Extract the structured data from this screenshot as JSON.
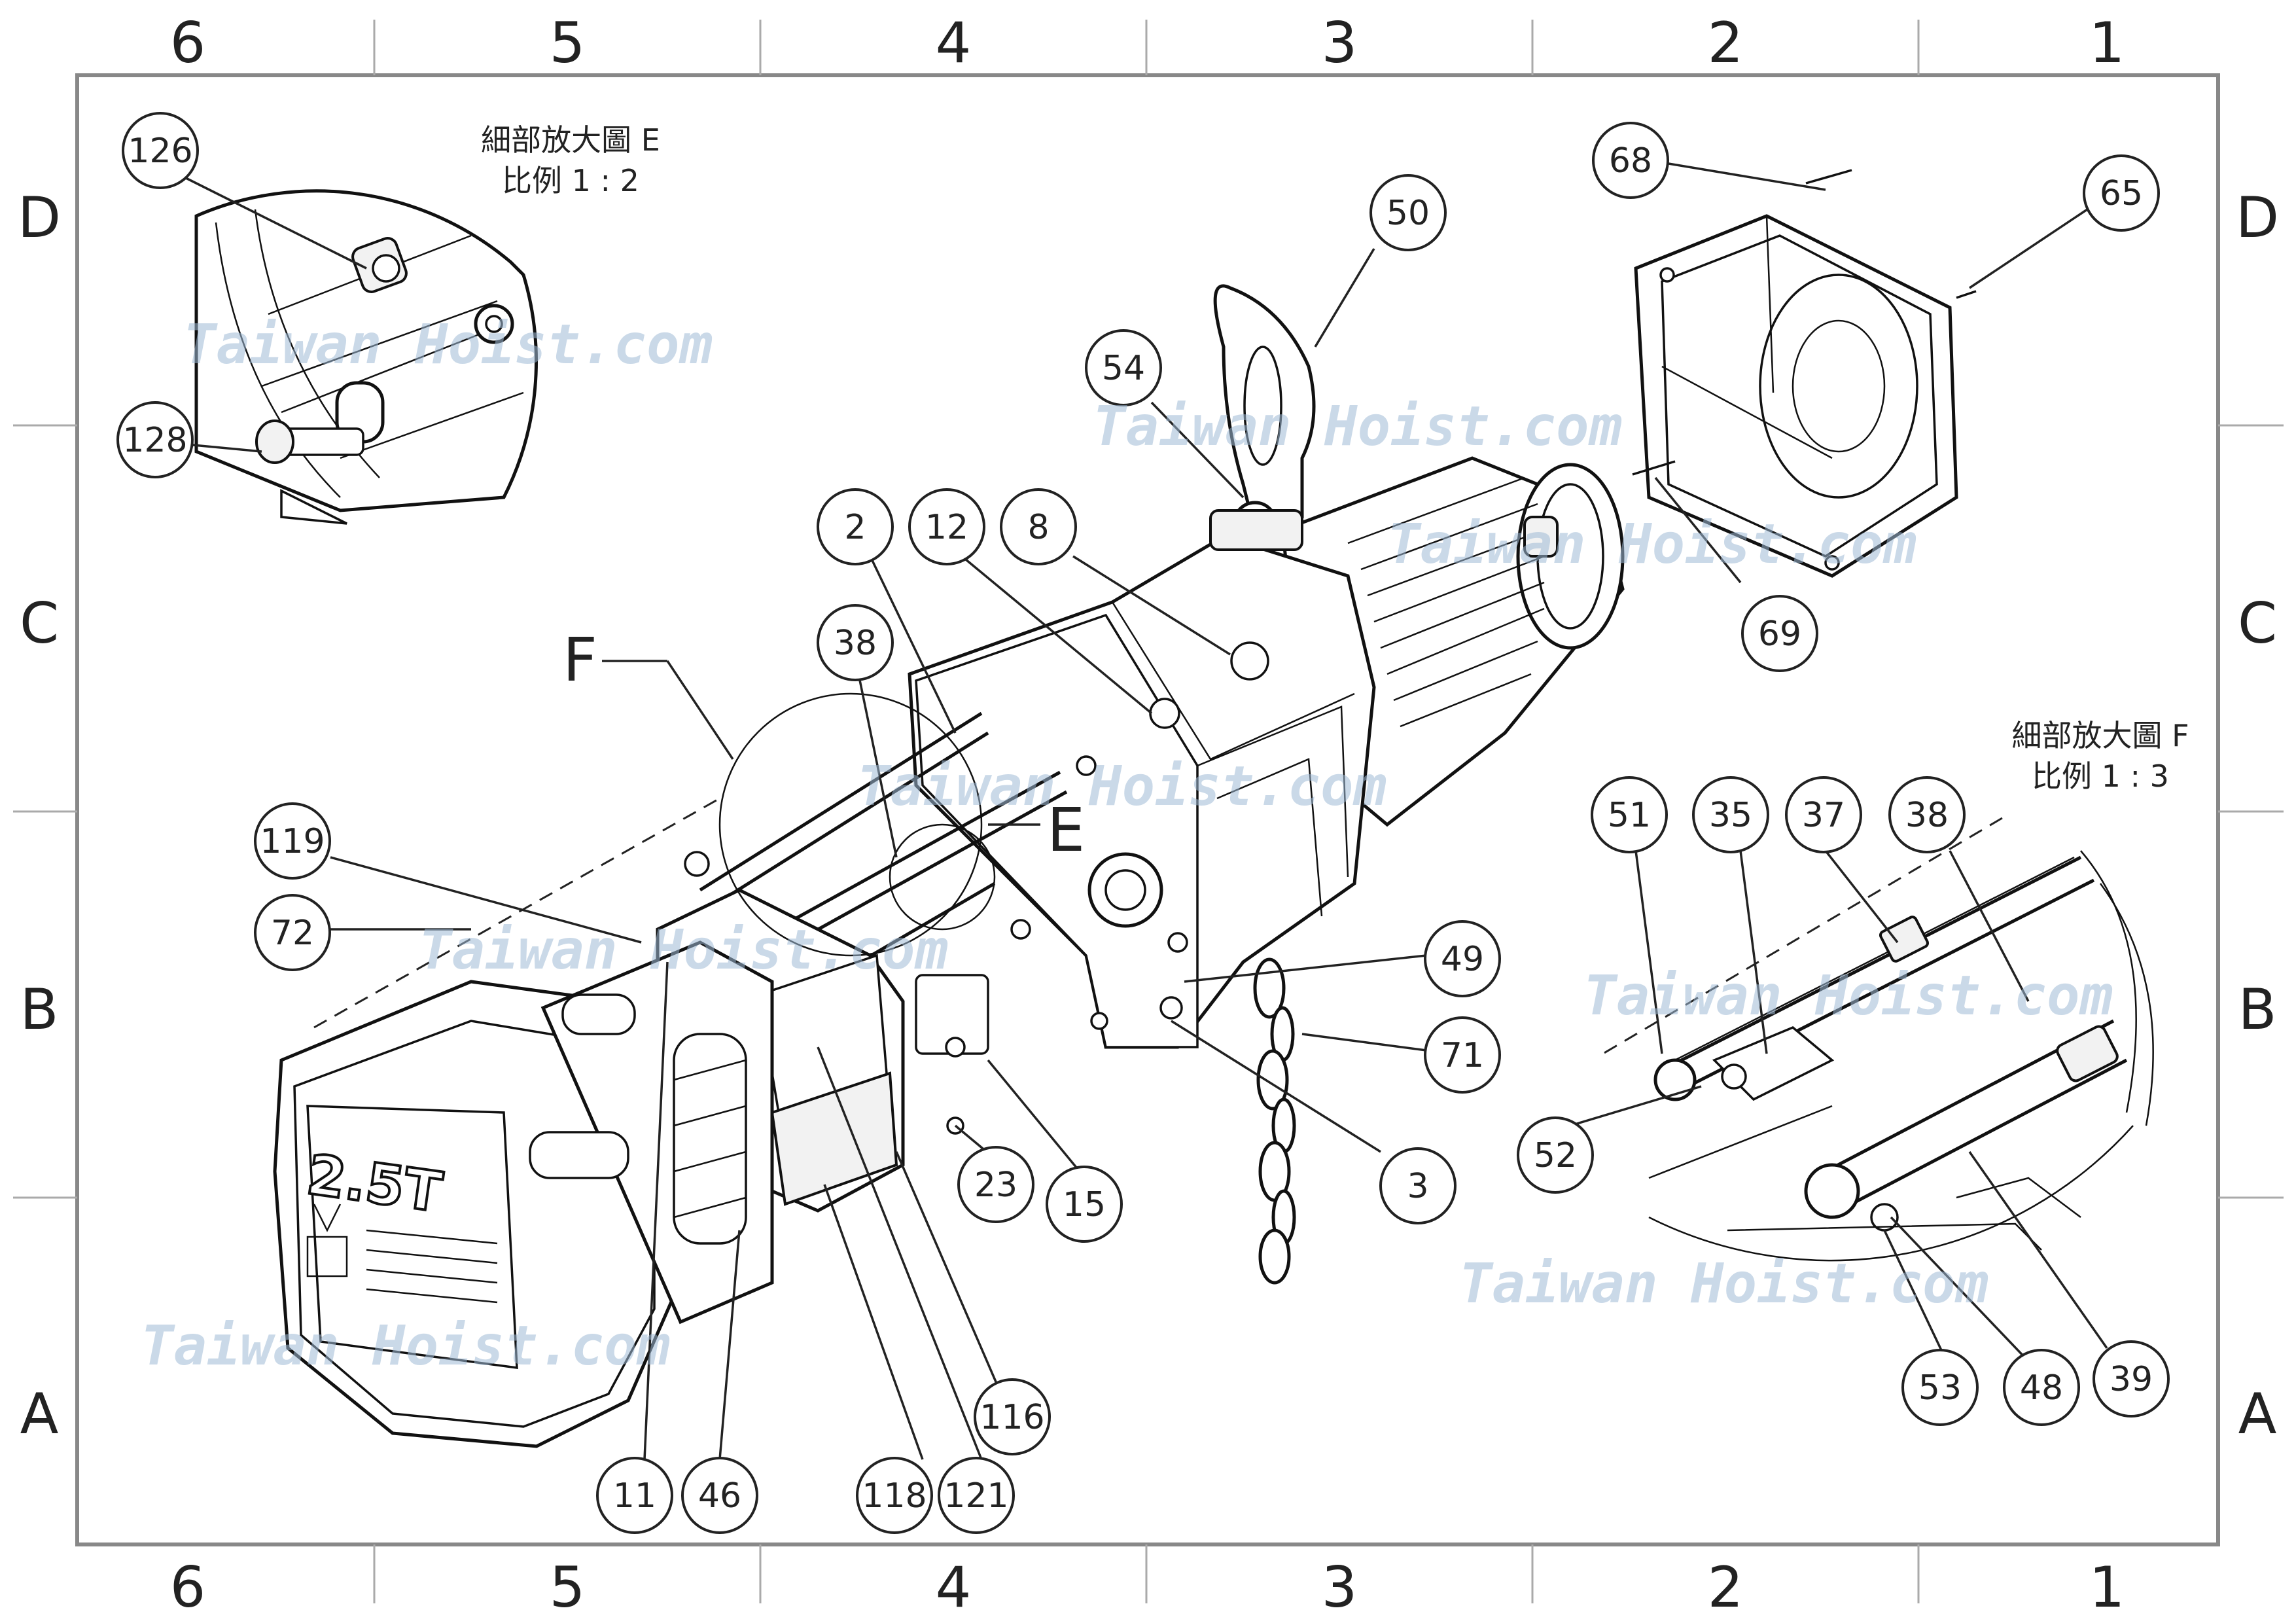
{
  "zones": {
    "columns": [
      "6",
      "5",
      "4",
      "3",
      "2",
      "1"
    ],
    "rows": [
      "D",
      "C",
      "B",
      "A"
    ]
  },
  "details": {
    "e": {
      "title": "細部放大圖 E",
      "scale": "比例 1 : 2",
      "marker": "E"
    },
    "f": {
      "title": "細部放大圖 F",
      "scale": "比例 1 : 3",
      "marker": "F"
    }
  },
  "nameplate": {
    "capacity": "2.5T"
  },
  "watermark": "Taiwan Hoist.com",
  "balloons": [
    "126",
    "128",
    "68",
    "65",
    "50",
    "54",
    "69",
    "2",
    "12",
    "8",
    "38",
    "119",
    "72",
    "49",
    "71",
    "3",
    "23",
    "15",
    "116",
    "121",
    "118",
    "11",
    "46",
    "51",
    "35",
    "37",
    "38",
    "52",
    "53",
    "48",
    "39"
  ]
}
